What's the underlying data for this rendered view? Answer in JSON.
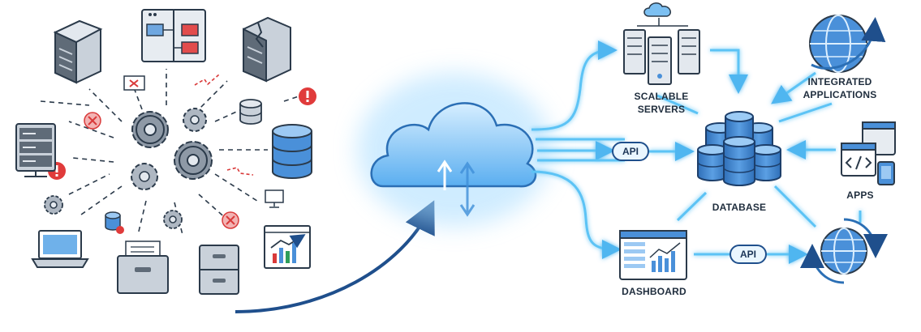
{
  "labels": {
    "scalable_servers": [
      "SCALABLE",
      "SERVERS"
    ],
    "integrated_applications": [
      "INTEGRATED",
      "APPLICATIONS"
    ],
    "database": "DATABASE",
    "apps": "APPS",
    "dashboard": "DASHBOARD"
  },
  "api_badges": [
    "API",
    "API"
  ],
  "colors": {
    "outline": "#2b3a4a",
    "gray_fill": "#c9d1da",
    "gray_dark": "#8e99a6",
    "blue_fill": "#4a90d9",
    "blue_light": "#8cc4f2",
    "glow": "#7fd3ff",
    "error_red": "#d93a3a",
    "cloud_top": "#bfe4ff",
    "cloud_bottom": "#5fb0ef"
  }
}
